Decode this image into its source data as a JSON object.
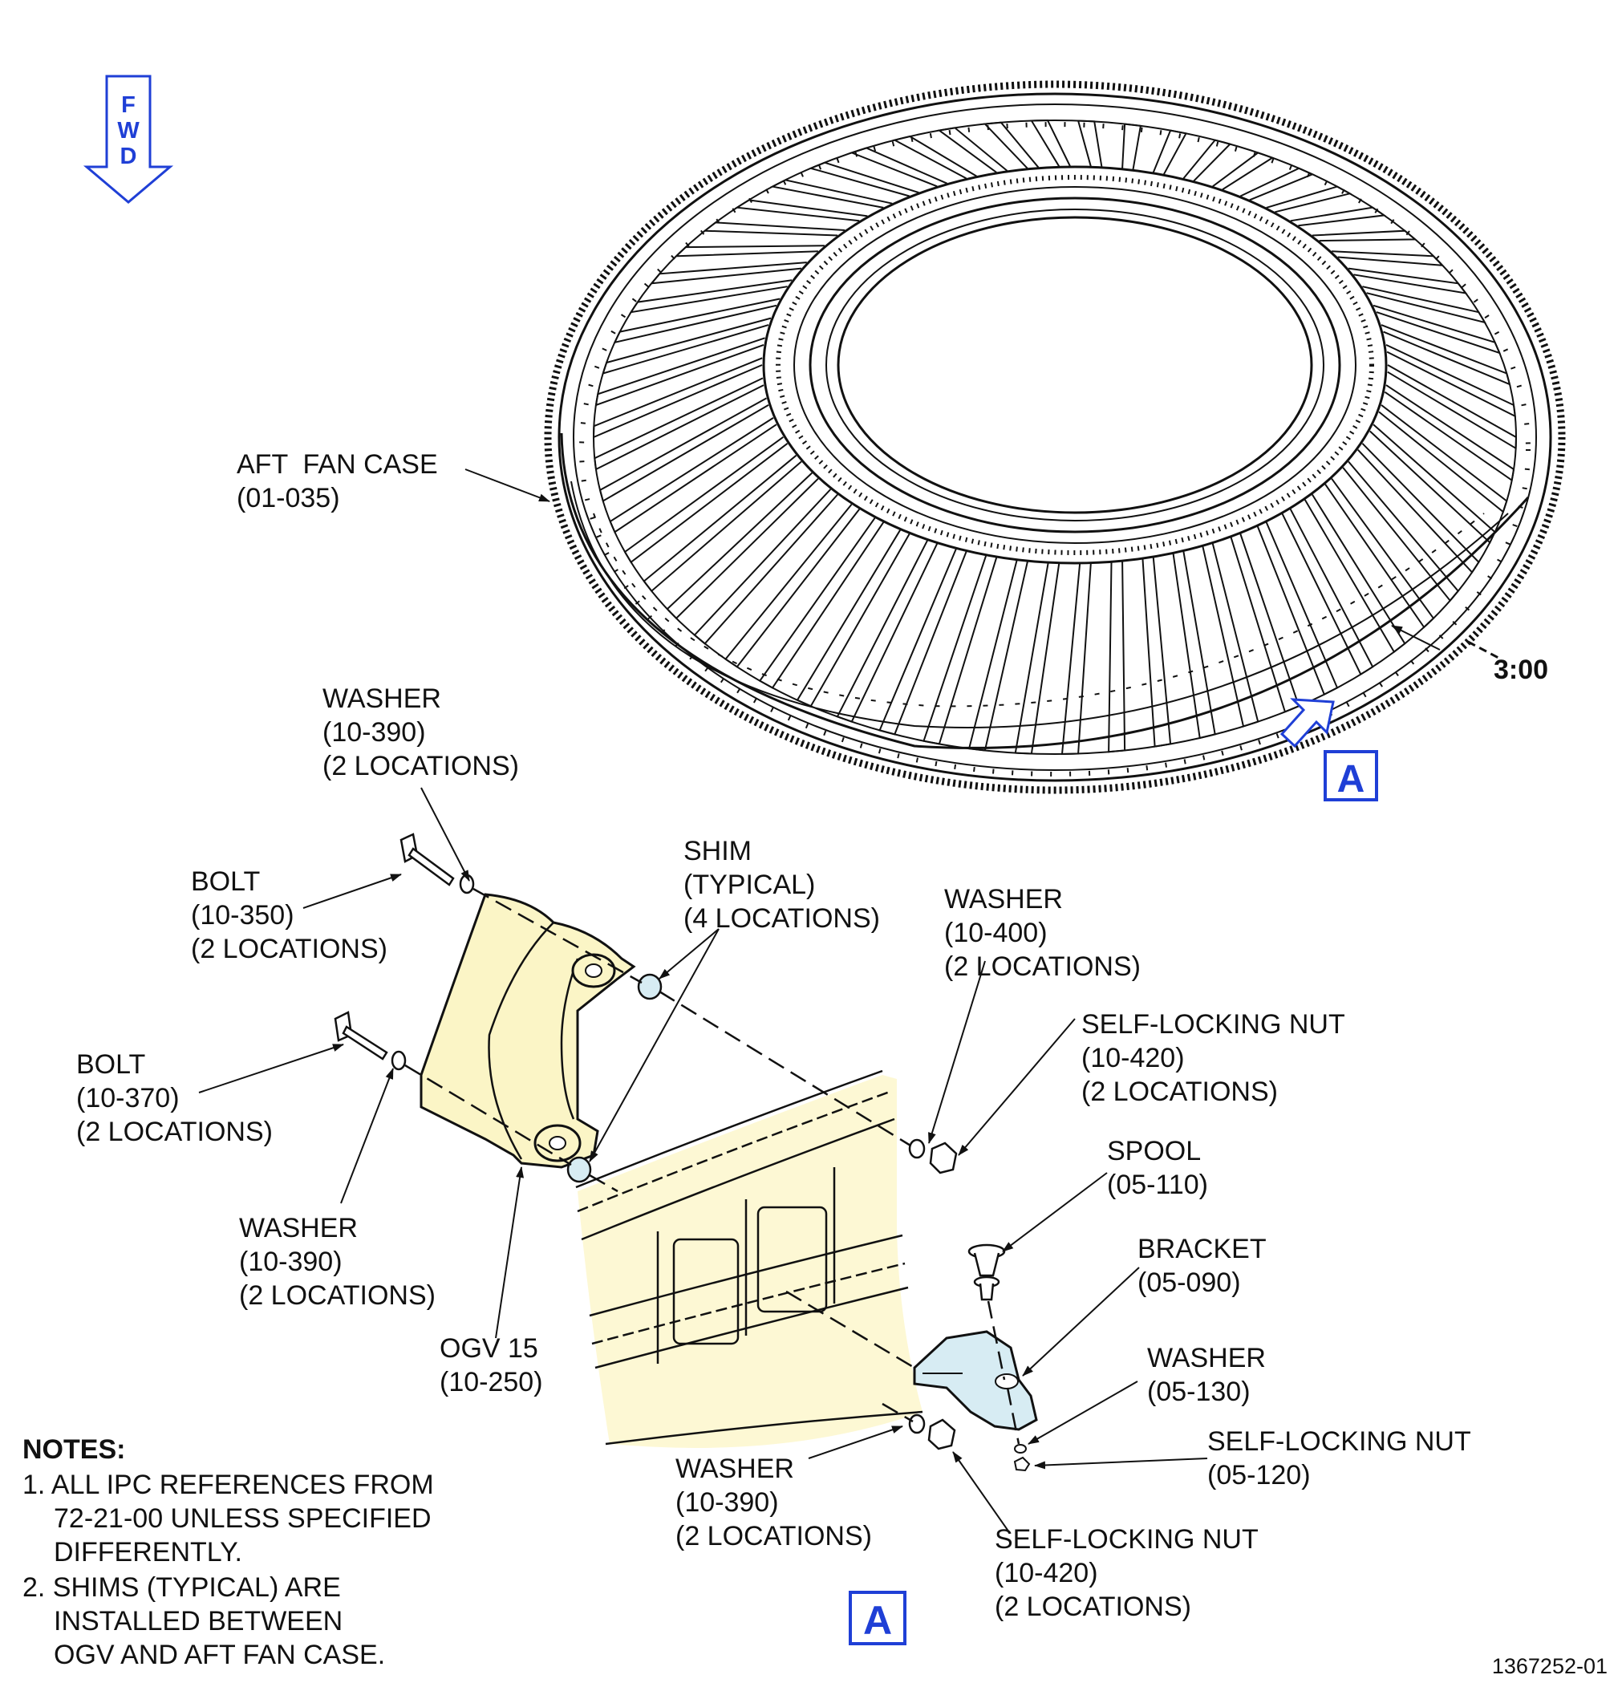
{
  "fwd_arrow": {
    "letters": [
      "F",
      "W",
      "D"
    ],
    "color": "#1f3fd6"
  },
  "labels": {
    "aft_fan_case": {
      "name": "AFT  FAN CASE",
      "ref": "(01-035)"
    },
    "clock_position": "3:00",
    "view_marker_top": "A",
    "washer_top": {
      "name": "WASHER",
      "ref": "(10-390)",
      "qty": "(2 LOCATIONS)"
    },
    "bolt_upper": {
      "name": "BOLT",
      "ref": "(10-350)",
      "qty": "(2 LOCATIONS)"
    },
    "shim": {
      "name": "SHIM",
      "note": "(TYPICAL)",
      "qty": "(4 LOCATIONS)"
    },
    "washer_right": {
      "name": "WASHER",
      "ref": "(10-400)",
      "qty": "(2 LOCATIONS)"
    },
    "nut_upper": {
      "name": "SELF-LOCKING NUT",
      "ref": "(10-420)",
      "qty": "(2 LOCATIONS)"
    },
    "bolt_lower": {
      "name": "BOLT",
      "ref": "(10-370)",
      "qty": "(2 LOCATIONS)"
    },
    "spool": {
      "name": "SPOOL",
      "ref": "(05-110)"
    },
    "bracket": {
      "name": "BRACKET",
      "ref": "(05-090)"
    },
    "washer_left": {
      "name": "WASHER",
      "ref": "(10-390)",
      "qty": "(2 LOCATIONS)"
    },
    "washer_small": {
      "name": "WASHER",
      "ref": "(05-130)"
    },
    "ogv": {
      "name": "OGV 15",
      "ref": "(10-250)"
    },
    "nut_small": {
      "name": "SELF-LOCKING NUT",
      "ref": "(05-120)"
    },
    "washer_bottom": {
      "name": "WASHER",
      "ref": "(10-390)",
      "qty": "(2 LOCATIONS)"
    },
    "nut_lower": {
      "name": "SELF-LOCKING NUT",
      "ref": "(10-420)",
      "qty": "(2 LOCATIONS)"
    },
    "view_marker_bottom": "A"
  },
  "notes": {
    "heading": "NOTES:",
    "items": [
      [
        "1. ALL IPC REFERENCES FROM",
        "72-21-00 UNLESS SPECIFIED",
        "DIFFERENTLY."
      ],
      [
        "2. SHIMS (TYPICAL) ARE",
        "INSTALLED BETWEEN",
        "OGV AND AFT FAN CASE."
      ]
    ]
  },
  "figure_number": "1367252-01",
  "colors": {
    "ink": "#111111",
    "accent_blue": "#1f3fd6",
    "ogv_fill": "#fbf5c6",
    "case_fill": "#fdf8d4",
    "bracket_fill": "#d7ecf3"
  },
  "icons": [
    "fwd-arrow-icon",
    "view-arrow-icon"
  ]
}
